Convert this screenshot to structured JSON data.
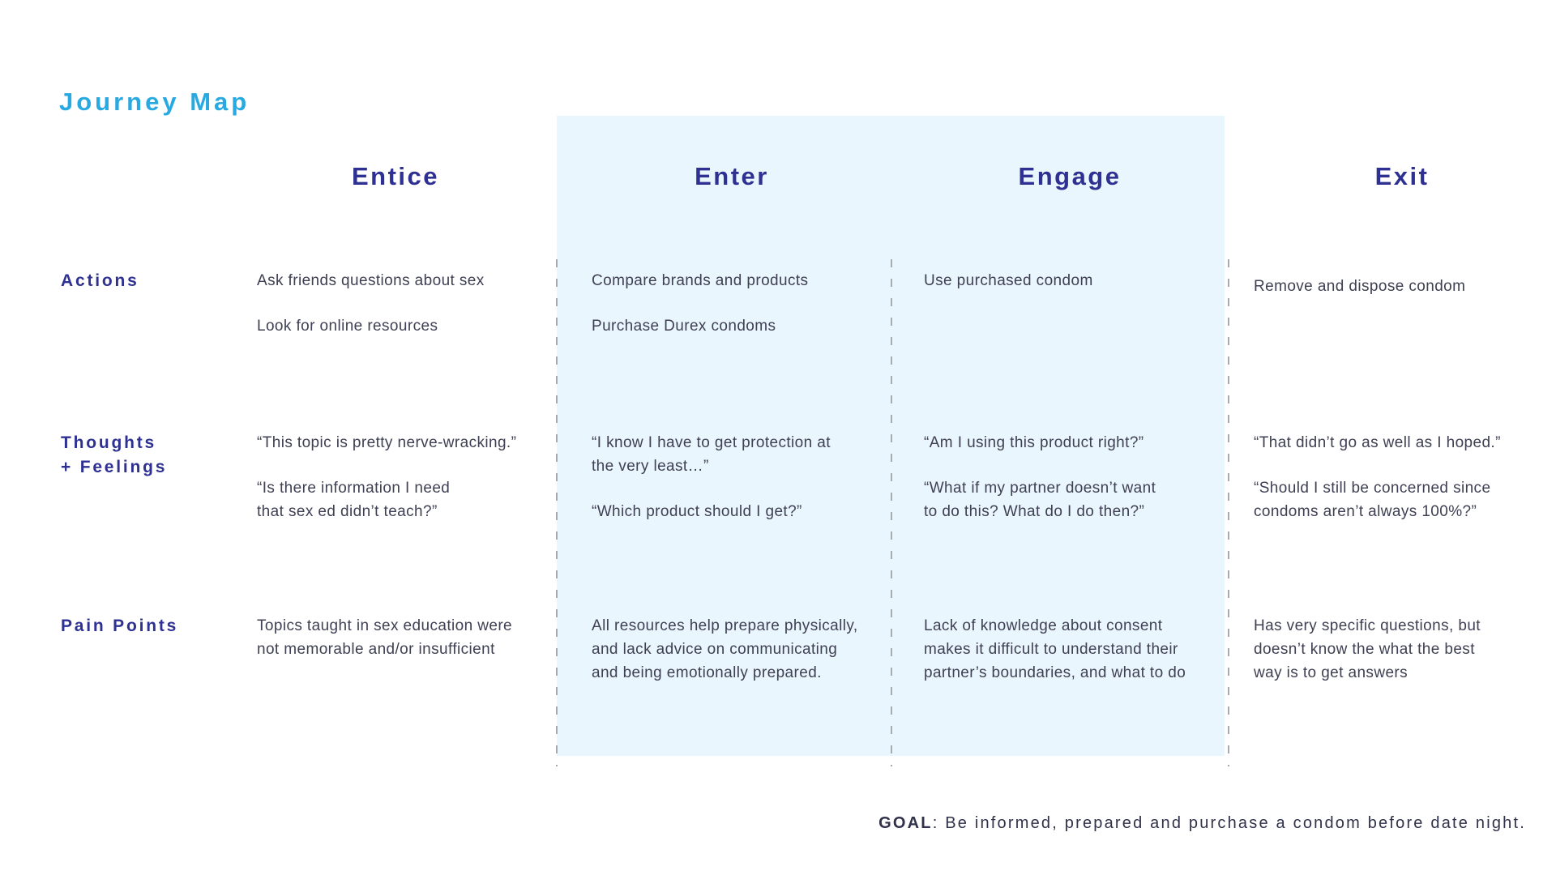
{
  "title": "Journey Map",
  "colors": {
    "cyan": "#29A9E1",
    "navy": "#2E3192",
    "panel": "#EAF6FE",
    "body": "#3F4053",
    "dash": "#A7AAAF",
    "footer": "#30314A"
  },
  "stages": [
    {
      "label": "Entice"
    },
    {
      "label": "Enter"
    },
    {
      "label": "Engage"
    },
    {
      "label": "Exit"
    }
  ],
  "row_labels": {
    "actions": "Actions",
    "thoughts": "Thoughts\n+ Feelings",
    "pain": "Pain Points"
  },
  "cells": {
    "entice": {
      "actions": [
        "Ask friends questions about sex",
        "Look for online resources"
      ],
      "thoughts": [
        "“This topic is pretty nerve-wracking.”",
        "“Is there information I need\nthat sex ed didn’t teach?”"
      ],
      "pain": [
        "Topics taught in sex education were\nnot memorable and/or insufficient"
      ]
    },
    "enter": {
      "actions": [
        "Compare brands and products",
        "Purchase Durex condoms"
      ],
      "thoughts": [
        "“I know I have to get protection at\nthe very least…”",
        "“Which product should I get?”"
      ],
      "pain": [
        "All resources help prepare physically,\nand lack advice on communicating\nand being emotionally prepared."
      ]
    },
    "engage": {
      "actions": [
        "Use purchased condom"
      ],
      "thoughts": [
        "“Am I using this product right?”",
        "“What if my partner doesn’t want\nto do this? What do I do then?”"
      ],
      "pain": [
        "Lack of knowledge about consent\nmakes it difficult to understand their\npartner’s boundaries, and what to do"
      ]
    },
    "exit": {
      "actions": [
        "Remove and dispose condom"
      ],
      "thoughts": [
        "“That didn’t go as well as I hoped.”",
        "“Should I still be concerned since\ncondoms aren’t always 100%?”"
      ],
      "pain": [
        "Has very specific questions, but\ndoesn’t know the what the best\nway is to get answers"
      ]
    }
  },
  "goal": {
    "label": "GOAL",
    "text": ": Be informed, prepared and purchase a condom before date night."
  }
}
